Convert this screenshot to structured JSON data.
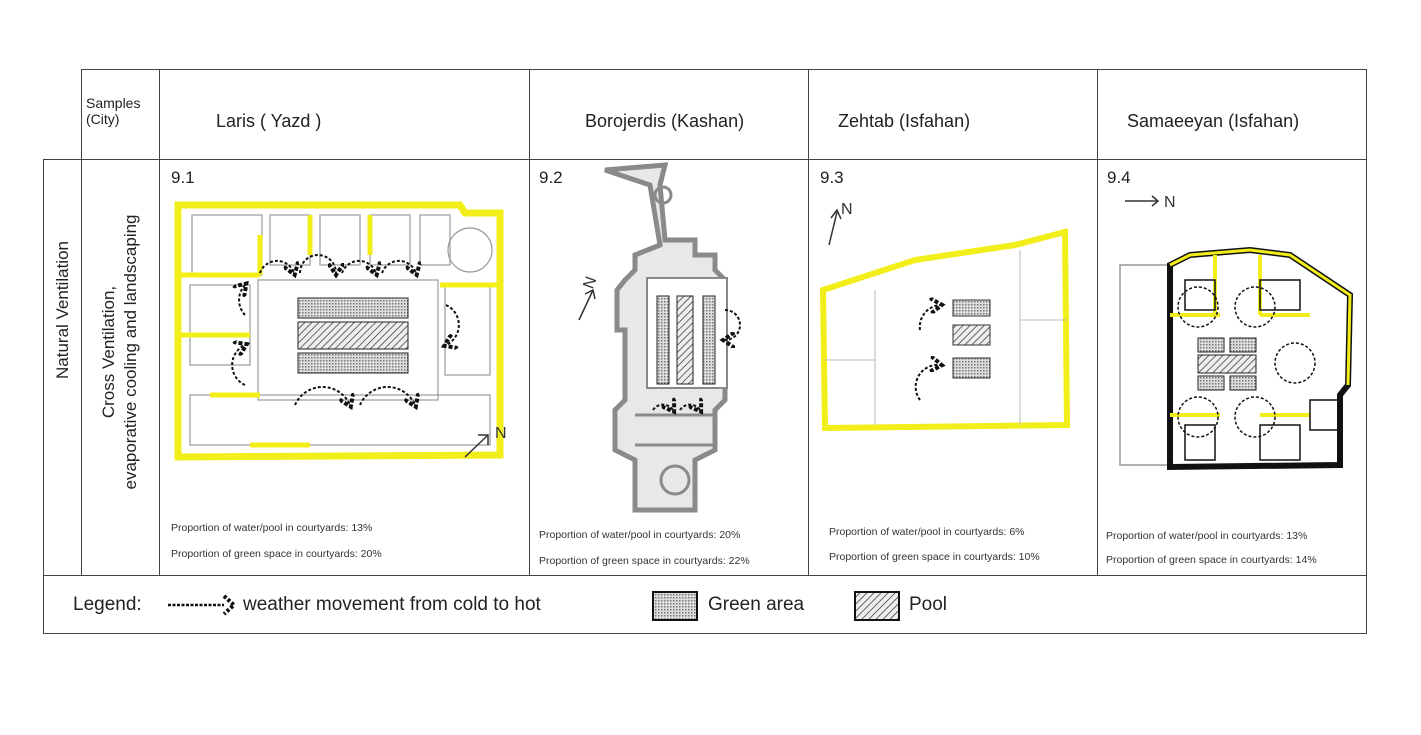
{
  "header": {
    "samples_label": "Samples (City)",
    "samples_line1": "Samples",
    "samples_line2": "(City)",
    "columns": [
      "Laris ( Yazd )",
      "Borojerdis (Kashan)",
      "Zehtab (Isfahan)",
      "Samaeeyan (Isfahan)"
    ]
  },
  "row": {
    "category": "Natural Ventilation",
    "subcategory_line1": "Cross Ventilation,",
    "subcategory_line2": "evaporative cooling  and landscaping"
  },
  "samples": [
    {
      "fig": "9.1",
      "north": "N",
      "water": "Proportion of water/pool in courtyards: 13%",
      "green": "Proportion of green space in courtyards: 20%",
      "water_pct": 13,
      "green_pct": 20
    },
    {
      "fig": "9.2",
      "north": "N",
      "water": "Proportion of water/pool in courtyards: 20%",
      "green": "Proportion of green space in courtyards: 22%",
      "water_pct": 20,
      "green_pct": 22
    },
    {
      "fig": "9.3",
      "north": "N",
      "water": "Proportion of water/pool in courtyards: 6%",
      "green": "Proportion of green space in courtyards: 10%",
      "water_pct": 6,
      "green_pct": 10
    },
    {
      "fig": "9.4",
      "north": "N",
      "water": "Proportion of water/pool in courtyards: 13%",
      "green": "Proportion of green space in courtyards: 14%",
      "water_pct": 13,
      "green_pct": 14
    }
  ],
  "legend": {
    "title": "Legend:",
    "arrow_label": "weather movement from cold to hot",
    "green_label": "Green area",
    "pool_label": "Pool"
  },
  "colors": {
    "plan_yellow": "#f2ee1a",
    "plan_grey": "#8a8a8a",
    "line": "#444444"
  }
}
